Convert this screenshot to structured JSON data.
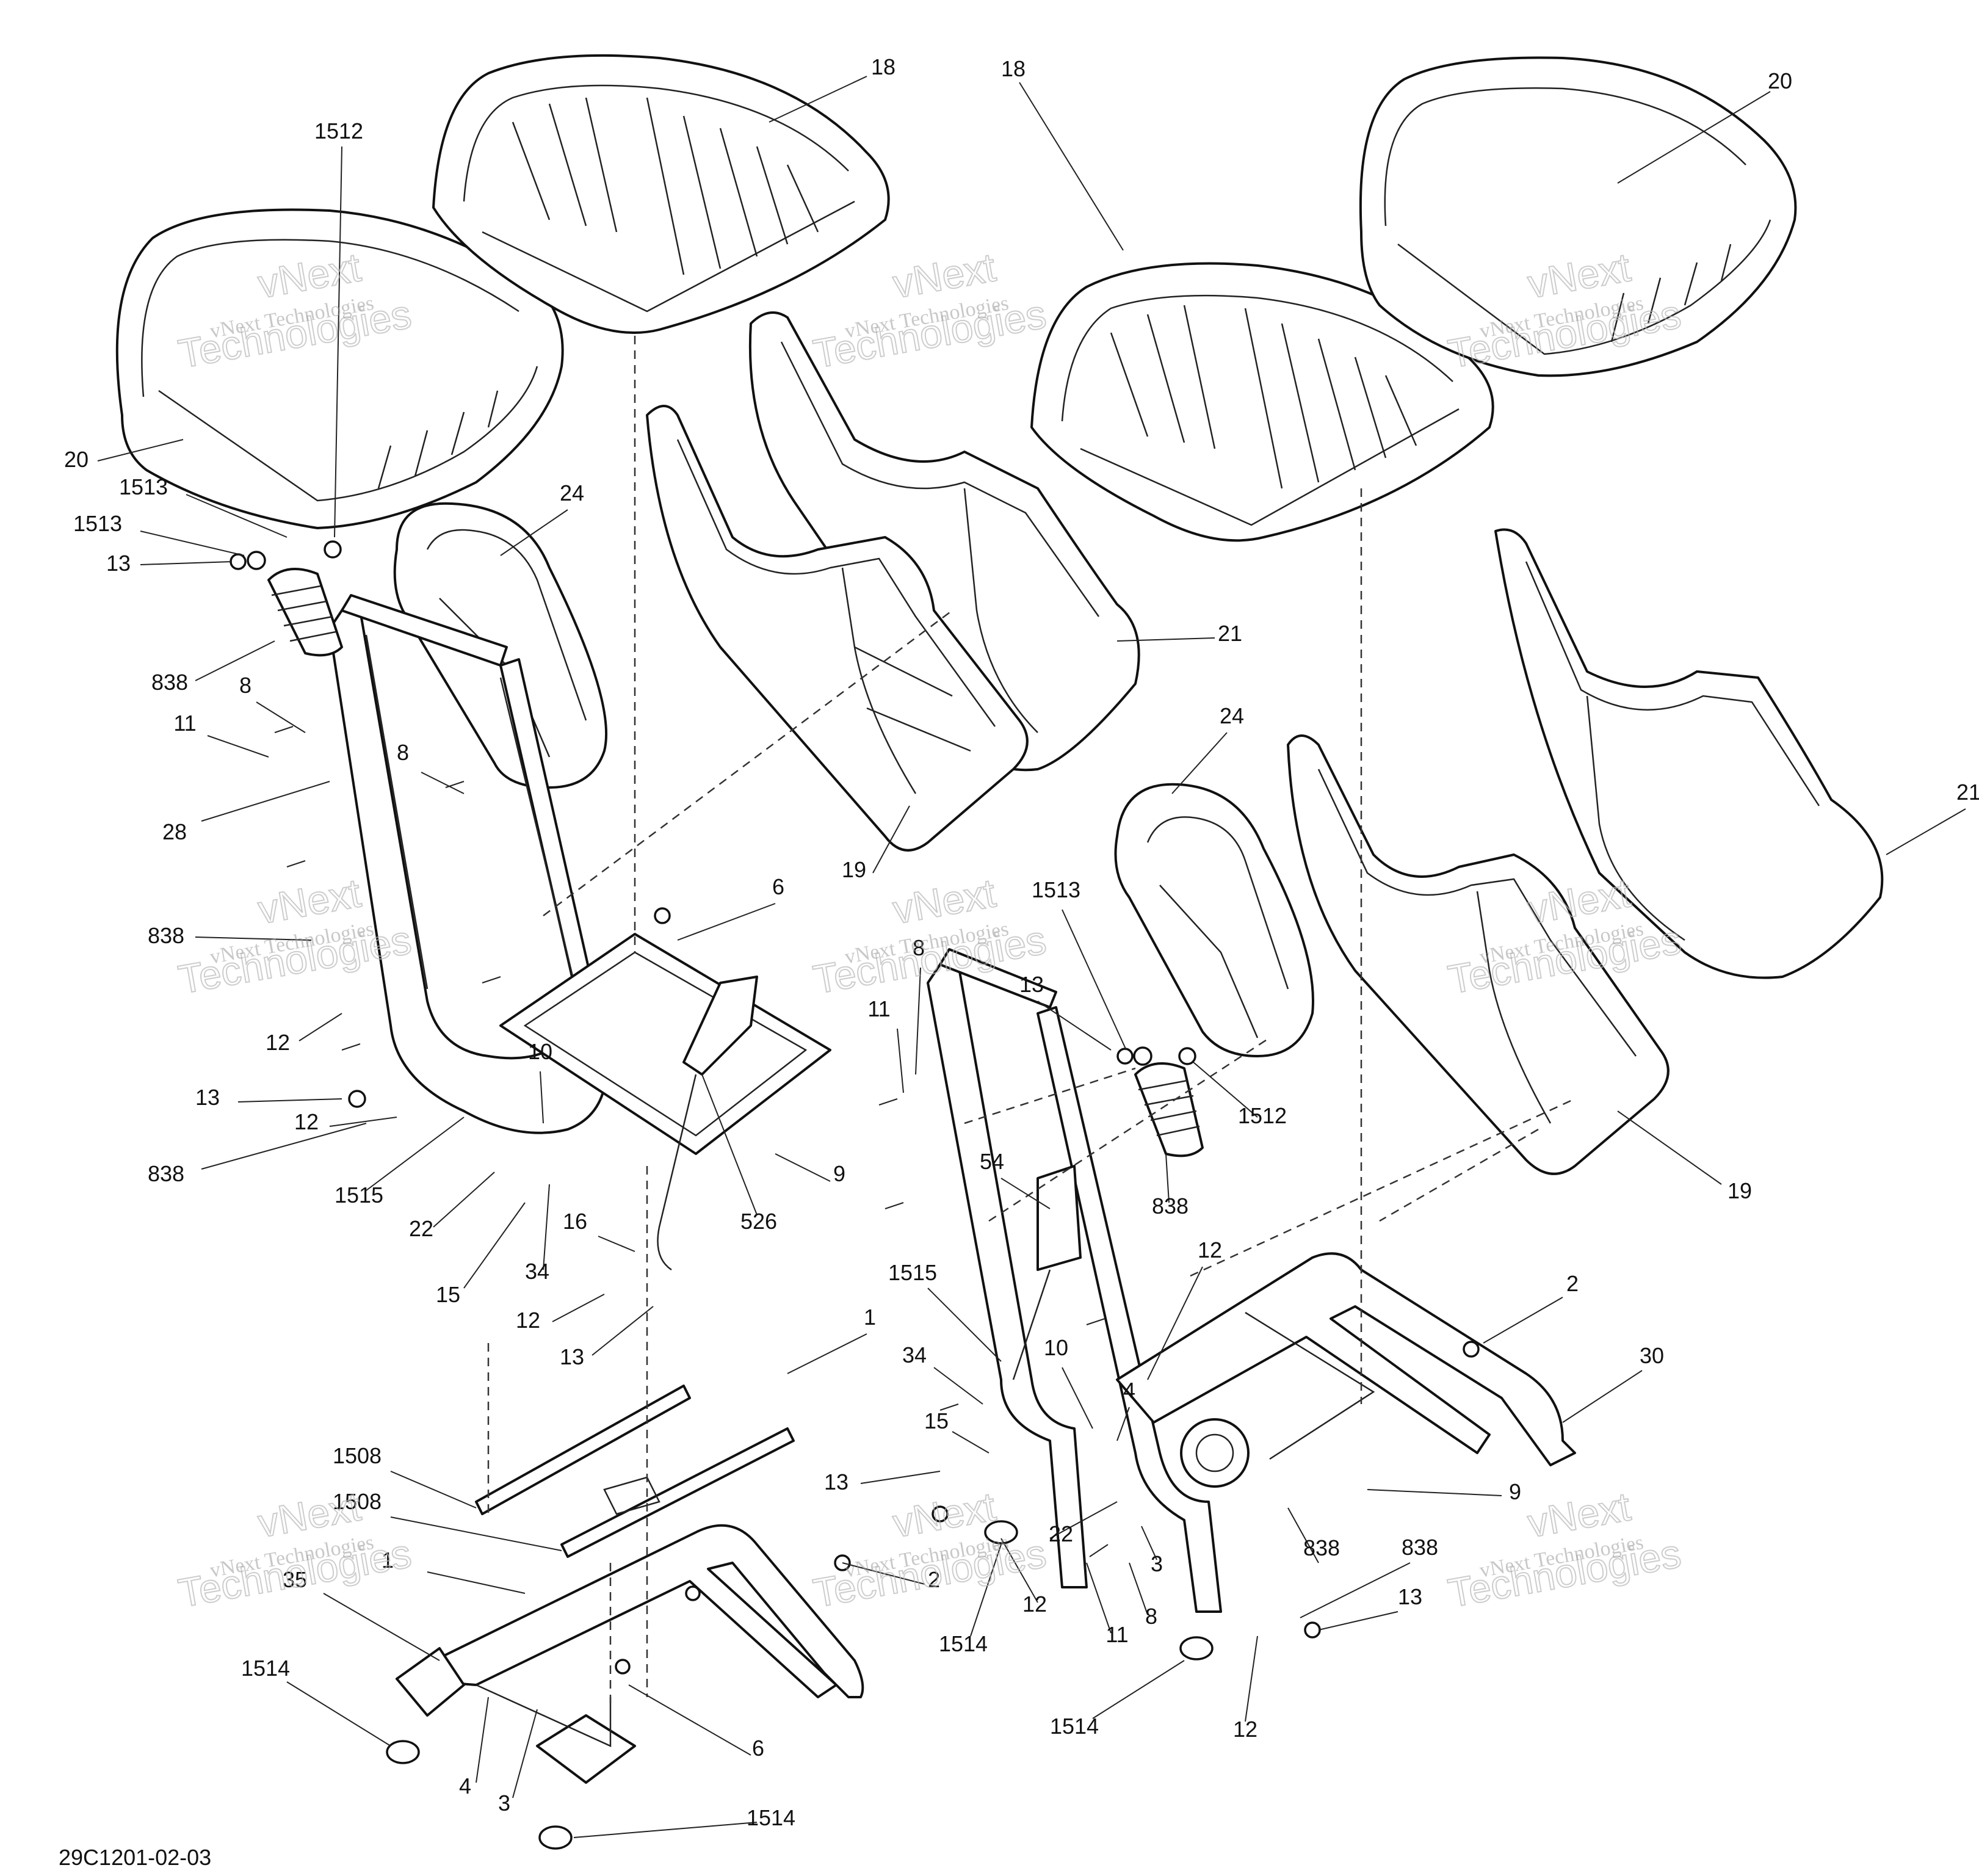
{
  "diagram": {
    "code": "29C1201-02-03",
    "watermark": {
      "line1": "vNext Technologies",
      "line2": "vNext",
      "line3": "Technologies"
    },
    "callouts": [
      {
        "id": "c-18-a",
        "label": "18"
      },
      {
        "id": "c-18-b",
        "label": "18"
      },
      {
        "id": "c-20-a",
        "label": "20"
      },
      {
        "id": "c-20-b",
        "label": "20"
      },
      {
        "id": "c-1512-a",
        "label": "1512"
      },
      {
        "id": "c-1513-a",
        "label": "1513"
      },
      {
        "id": "c-1513-b",
        "label": "1513"
      },
      {
        "id": "c-13-a",
        "label": "13"
      },
      {
        "id": "c-24-a",
        "label": "24"
      },
      {
        "id": "c-21-a",
        "label": "21"
      },
      {
        "id": "c-21-b",
        "label": "21"
      },
      {
        "id": "c-838-a",
        "label": "838"
      },
      {
        "id": "c-8-a",
        "label": "8"
      },
      {
        "id": "c-11-a",
        "label": "11"
      },
      {
        "id": "c-8-b",
        "label": "8"
      },
      {
        "id": "c-28",
        "label": "28"
      },
      {
        "id": "c-24-b",
        "label": "24"
      },
      {
        "id": "c-19-a",
        "label": "19"
      },
      {
        "id": "c-838-b",
        "label": "838"
      },
      {
        "id": "c-6-a",
        "label": "6"
      },
      {
        "id": "c-1513-c",
        "label": "1513"
      },
      {
        "id": "c-8-c",
        "label": "8"
      },
      {
        "id": "c-13-b",
        "label": "13"
      },
      {
        "id": "c-12-a",
        "label": "12"
      },
      {
        "id": "c-11-b",
        "label": "11"
      },
      {
        "id": "c-13-c",
        "label": "13"
      },
      {
        "id": "c-10-a",
        "label": "10"
      },
      {
        "id": "c-1512-b",
        "label": "1512"
      },
      {
        "id": "c-12-b",
        "label": "12"
      },
      {
        "id": "c-838-c",
        "label": "838"
      },
      {
        "id": "c-9-a",
        "label": "9"
      },
      {
        "id": "c-19-b",
        "label": "19"
      },
      {
        "id": "c-1515-a",
        "label": "1515"
      },
      {
        "id": "c-526",
        "label": "526"
      },
      {
        "id": "c-838-d",
        "label": "838"
      },
      {
        "id": "c-54",
        "label": "54"
      },
      {
        "id": "c-22-a",
        "label": "22"
      },
      {
        "id": "c-16",
        "label": "16"
      },
      {
        "id": "c-15-a",
        "label": "15"
      },
      {
        "id": "c-34-a",
        "label": "34"
      },
      {
        "id": "c-12-c",
        "label": "12"
      },
      {
        "id": "c-12-d",
        "label": "12"
      },
      {
        "id": "c-2-a",
        "label": "2"
      },
      {
        "id": "c-1515-b",
        "label": "1515"
      },
      {
        "id": "c-13-d",
        "label": "13"
      },
      {
        "id": "c-1-a",
        "label": "1"
      },
      {
        "id": "c-30",
        "label": "30"
      },
      {
        "id": "c-34-b",
        "label": "34"
      },
      {
        "id": "c-10-b",
        "label": "10"
      },
      {
        "id": "c-4-a",
        "label": "4"
      },
      {
        "id": "c-15-b",
        "label": "15"
      },
      {
        "id": "c-1508-a",
        "label": "1508"
      },
      {
        "id": "c-13-e",
        "label": "13"
      },
      {
        "id": "c-9-b",
        "label": "9"
      },
      {
        "id": "c-1508-b",
        "label": "1508"
      },
      {
        "id": "c-22-b",
        "label": "22"
      },
      {
        "id": "c-838-e",
        "label": "838"
      },
      {
        "id": "c-838-f",
        "label": "838"
      },
      {
        "id": "c-1-b",
        "label": "1"
      },
      {
        "id": "c-3-a",
        "label": "3"
      },
      {
        "id": "c-35",
        "label": "35"
      },
      {
        "id": "c-2-b",
        "label": "2"
      },
      {
        "id": "c-13-f",
        "label": "13"
      },
      {
        "id": "c-12-e",
        "label": "12"
      },
      {
        "id": "c-1514-a",
        "label": "1514"
      },
      {
        "id": "c-11-c",
        "label": "11"
      },
      {
        "id": "c-8-d",
        "label": "8"
      },
      {
        "id": "c-1514-b",
        "label": "1514"
      },
      {
        "id": "c-1514-c",
        "label": "1514"
      },
      {
        "id": "c-12-f",
        "label": "12"
      },
      {
        "id": "c-6-b",
        "label": "6"
      },
      {
        "id": "c-4-b",
        "label": "4"
      },
      {
        "id": "c-3-b",
        "label": "3"
      },
      {
        "id": "c-1514-d",
        "label": "1514"
      }
    ]
  }
}
